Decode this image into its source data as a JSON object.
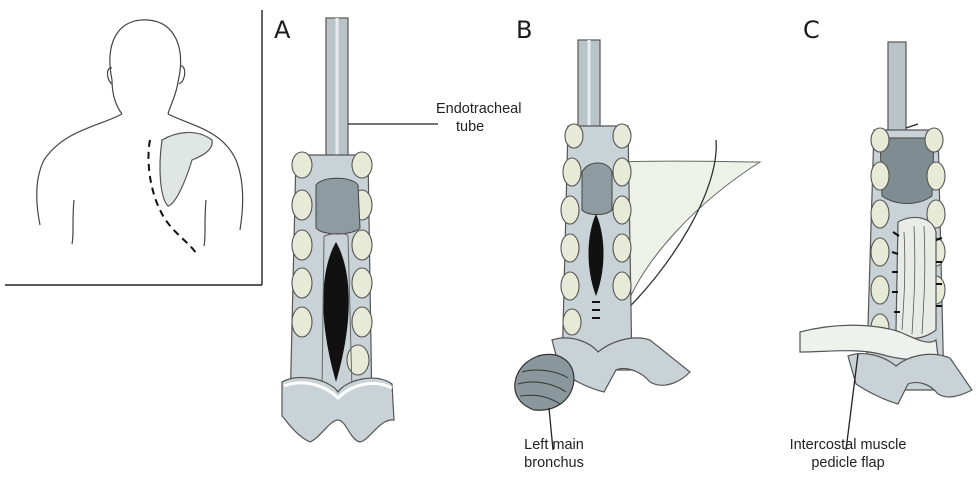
{
  "figure": {
    "panels": [
      {
        "letter": "A"
      },
      {
        "letter": "B"
      },
      {
        "letter": "C"
      }
    ],
    "labels": {
      "endotracheal": [
        "Endotracheal",
        "tube"
      ],
      "left_main_bronchus": [
        "Left main",
        "bronchus"
      ],
      "intercostal_flap": [
        "Intercostal muscle",
        "pedicle flap"
      ]
    },
    "colors": {
      "tissue": "#c9d2d6",
      "tissue_dark": "#8e9ca2",
      "ring": "#e8ead8",
      "ink": "#2a2a2a",
      "lumen": "#111111"
    }
  }
}
